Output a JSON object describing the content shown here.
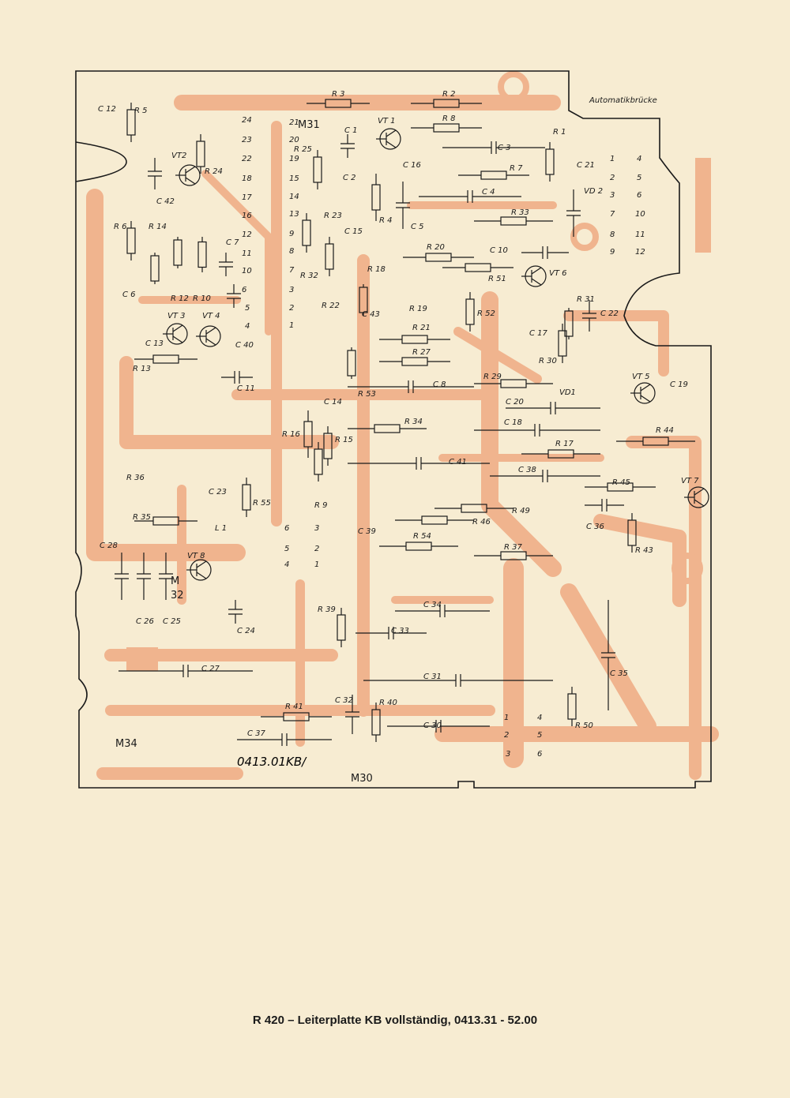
{
  "caption": "R 420 – Leiterplatte KB vollständig, 0413.31 - 52.00",
  "board": {
    "outline_color": "#1a1a1a",
    "trace_color": "#f0b48e",
    "paper_color": "#f7ecd2",
    "automatik_label": "Automatikbrücke",
    "marking": "0413.01KB/",
    "labels": [
      "C 12",
      "R 5",
      "VT2",
      "R 24",
      "C 42",
      "R 6",
      "R 14",
      "C 7",
      "R 12",
      "R 10",
      "C 6",
      "VT 3",
      "VT 4",
      "C 13",
      "C 40",
      "R 13",
      "C 11",
      "R 3",
      "R 2",
      "R 8",
      "M31",
      "C 1",
      "VT 1",
      "R 25",
      "C 2",
      "C 16",
      "C 3",
      "R 7",
      "R 1",
      "C 21",
      "R 4",
      "C 5",
      "C 4",
      "R 33",
      "VD 2",
      "R 23",
      "C 15",
      "R 32",
      "R 20",
      "C 10",
      "R 51",
      "VT 6",
      "R 18",
      "R 22",
      "R 19",
      "C 43",
      "R 52",
      "R 31",
      "C 22",
      "R 21",
      "C 17",
      "R 27",
      "R 30",
      "R 53",
      "C 8",
      "C 14",
      "R 29",
      "VT 5",
      "C 19",
      "VD1",
      "C 20",
      "R 34",
      "C 18",
      "R 16",
      "R 15",
      "R 17",
      "R 44",
      "C 41",
      "R 9",
      "C 38",
      "R 45",
      "VT 7",
      "R 36",
      "C 23",
      "R 55",
      "R 35",
      "L 1",
      "C 39",
      "R 49",
      "R 46",
      "C 36",
      "R 54",
      "R 37",
      "R 43",
      "C 28",
      "VT 8",
      "M",
      "32",
      "C 26",
      "C 25",
      "C 24",
      "R 39",
      "C 34",
      "C 33",
      "C 27",
      "C 31",
      "C 35",
      "C 32",
      "R 41",
      "R 40",
      "C 30",
      "R 50",
      "C 37",
      "M34",
      "M30"
    ],
    "pin_numbers": [
      "24",
      "23",
      "22",
      "18",
      "17",
      "16",
      "12",
      "11",
      "10",
      "6",
      "5",
      "4",
      "21",
      "20",
      "19",
      "15",
      "14",
      "13",
      "9",
      "8",
      "7",
      "3",
      "2",
      "1",
      "1",
      "2",
      "3",
      "4",
      "5",
      "6",
      "7",
      "8",
      "9",
      "10",
      "11",
      "12",
      "6",
      "5",
      "4",
      "3",
      "2",
      "1",
      "1",
      "2",
      "3",
      "4",
      "5",
      "6"
    ]
  }
}
